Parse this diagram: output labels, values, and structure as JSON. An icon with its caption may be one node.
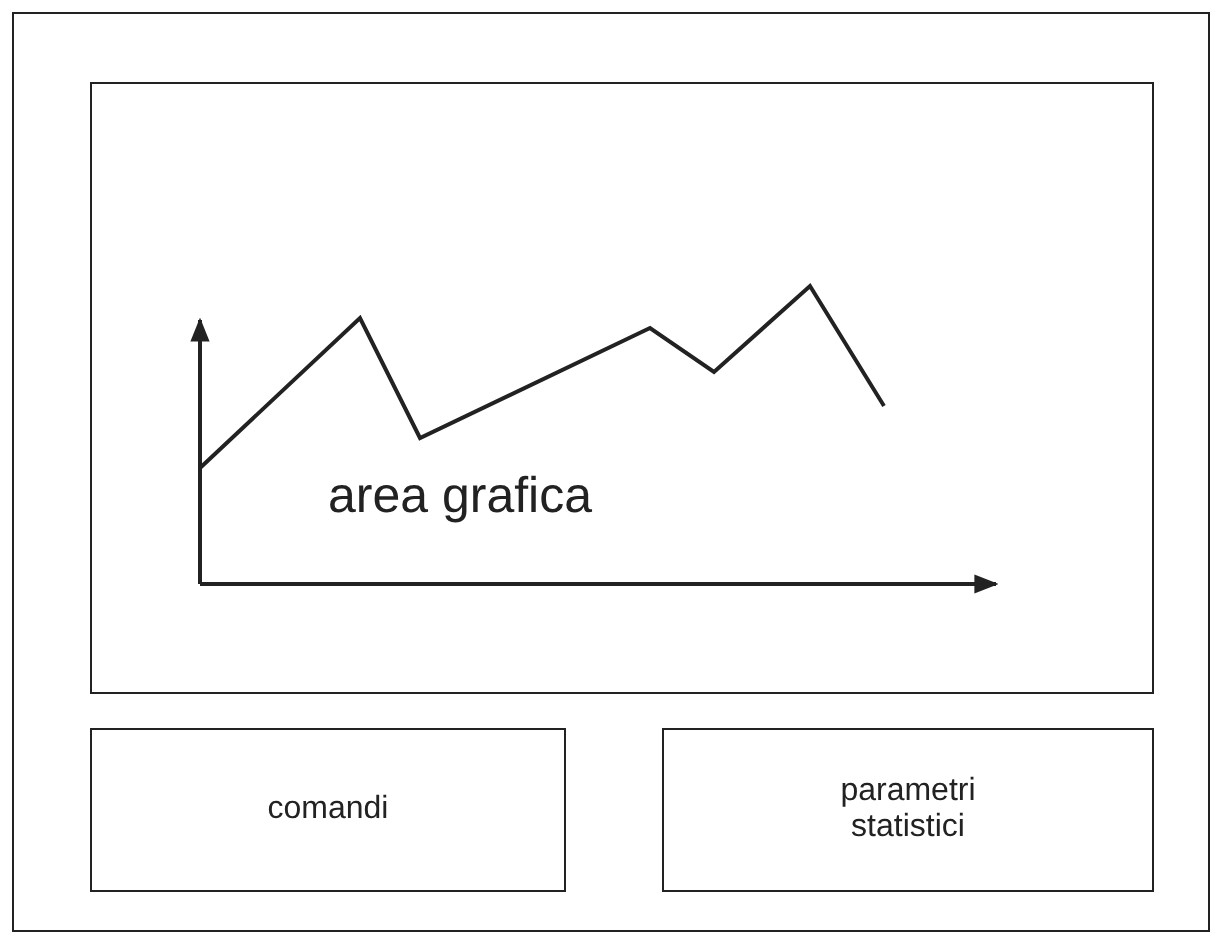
{
  "diagram": {
    "nodes": [
      {
        "text": [],
        "shape": "box"
      },
      {
        "text": [
          "area grafica"
        ],
        "in": 0
      },
      {
        "text": [
          "comandi"
        ],
        "in": 0
      },
      {
        "text": [
          "parametri statistici"
        ],
        "in": 0
      }
    ]
  }
}
